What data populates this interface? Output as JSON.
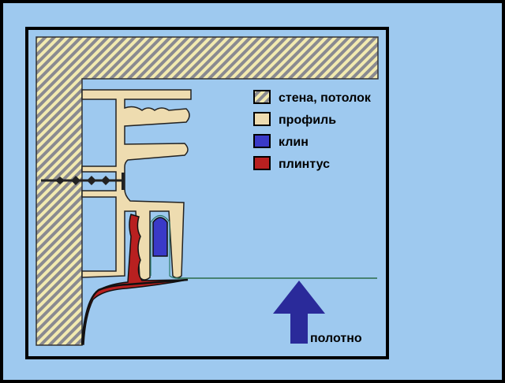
{
  "colors": {
    "background": "#9ec9ef",
    "profile": "#eedcb0",
    "wedge": "#3a3ac8",
    "plinth": "#b82020",
    "arrow": "#2a2a9a",
    "hatch_light": "#f2eab0",
    "hatch_dark": "#8a8a90"
  },
  "legend": [
    {
      "label": "стена, потолок",
      "swatch": "hatch"
    },
    {
      "label": "профиль",
      "swatch": "profile"
    },
    {
      "label": "клин",
      "swatch": "wedge"
    },
    {
      "label": "плинтус",
      "swatch": "plinth"
    }
  ],
  "arrow_label": "полотно"
}
